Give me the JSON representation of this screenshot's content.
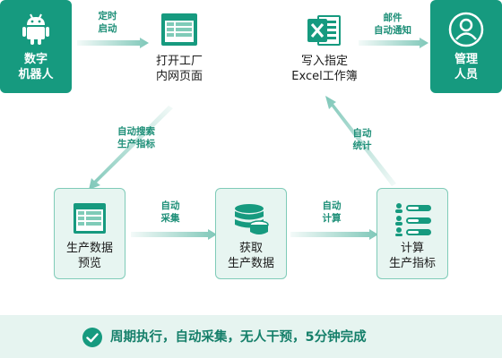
{
  "colors": {
    "accent": "#169a7f",
    "light_fill": "#e7f5f1",
    "border": "#7fcbb8",
    "text_green": "#1e8f78"
  },
  "nodes": {
    "digital_robot": {
      "line1": "数字",
      "line2": "机器人",
      "icon": "android-robot-icon"
    },
    "open_factory": {
      "line1": "打开工厂",
      "line2": "内网页面",
      "icon": "webpage-icon"
    },
    "write_excel": {
      "line1": "写入指定",
      "line2": "Excel工作簿",
      "icon": "excel-icon"
    },
    "admin": {
      "line1": "管理",
      "line2": "人员",
      "icon": "user-icon"
    },
    "preview": {
      "line1": "生产数据",
      "line2": "预览",
      "icon": "table-preview-icon"
    },
    "fetch": {
      "line1": "获取",
      "line2": "生产数据",
      "icon": "database-icon"
    },
    "calc": {
      "line1": "计算",
      "line2": "生产指标",
      "icon": "person-list-icon"
    }
  },
  "edges": {
    "scheduled_start": {
      "line1": "定时",
      "line2": "启动"
    },
    "email_notify": {
      "line1": "邮件",
      "line2": "自动通知"
    },
    "auto_search": {
      "line1": "自动搜索",
      "line2": "生产指标"
    },
    "auto_stats": {
      "line1": "自动",
      "line2": "统计"
    },
    "auto_collect": {
      "line1": "自动",
      "line2": "采集"
    },
    "auto_calc": {
      "line1": "自动",
      "line2": "计算"
    }
  },
  "banner": {
    "text": "周期执行，自动采集，无人干预，5分钟完成",
    "icon": "check-circle-icon"
  }
}
